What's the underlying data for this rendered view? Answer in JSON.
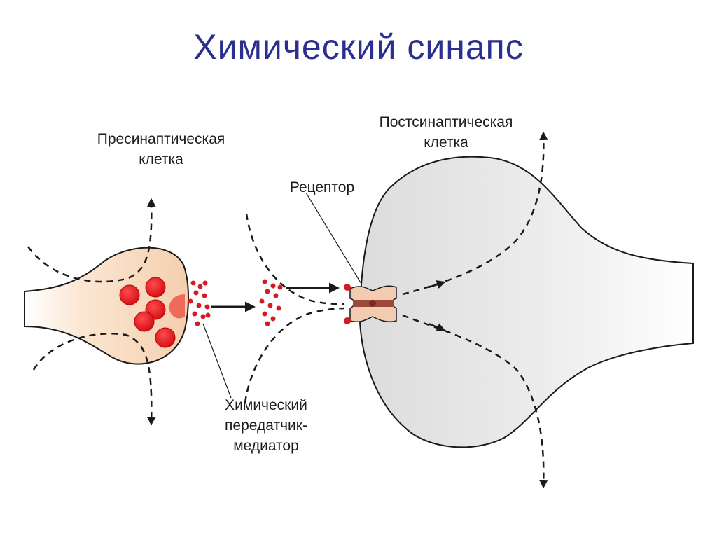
{
  "title": "Химический синапс",
  "labels": {
    "presynaptic": "Пресинаптическая\nклетка",
    "postsynaptic": "Постсинаптическая\nклетка",
    "receptor": "Рецептор",
    "mediator": "Химический\nпередатчик-\nмедиатор"
  },
  "colors": {
    "title": "#2b2f8f",
    "presynaptic_fill": "#f7d9c0",
    "postsynaptic_fill": "#e9e9e9",
    "vesicle": "#e0141c",
    "mediator_dot": "#d61a22",
    "receptor": "#c98870",
    "arrow": "#1a1a1a"
  }
}
